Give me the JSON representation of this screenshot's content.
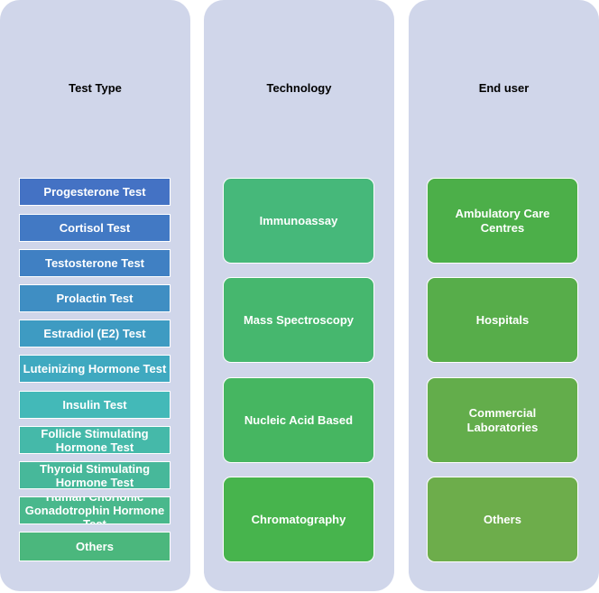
{
  "columns": [
    {
      "header": "Test Type",
      "items": [
        {
          "label": "Progesterone Test",
          "color": "#4472c4"
        },
        {
          "label": "Cortisol Test",
          "color": "#4279c4"
        },
        {
          "label": "Testosterone Test",
          "color": "#4080c3"
        },
        {
          "label": "Prolactin Test",
          "color": "#3f8ec3"
        },
        {
          "label": "Estradiol (E2) Test",
          "color": "#3e9bc2"
        },
        {
          "label": "Luteinizing Hormone Test",
          "color": "#3fa9c0"
        },
        {
          "label": "Insulin Test",
          "color": "#43b9b8"
        },
        {
          "label": "Follicle Stimulating Hormone Test",
          "color": "#45b9a9"
        },
        {
          "label": "Thyroid Stimulating Hormone Test",
          "color": "#47b89a"
        },
        {
          "label": "Human Chorionic Gonadotrophin Hormone Test",
          "color": "#49b88c"
        },
        {
          "label": "Others",
          "color": "#4bb77d"
        }
      ]
    },
    {
      "header": "Technology",
      "items": [
        {
          "label": "Immunoassay",
          "color": "#46b87a"
        },
        {
          "label": "Mass Spectroscopy",
          "color": "#46b76e"
        },
        {
          "label": "Nucleic Acid Based",
          "color": "#46b661"
        },
        {
          "label": "Chromatography",
          "color": "#47b44d"
        }
      ]
    },
    {
      "header": "End user",
      "items": [
        {
          "label": "Ambulatory Care Centres",
          "color": "#4caf49"
        },
        {
          "label": "Hospitals",
          "color": "#57ad4a"
        },
        {
          "label": "Commercial Laboratories",
          "color": "#63ad4b"
        },
        {
          "label": "Others",
          "color": "#6dad4b"
        }
      ]
    }
  ]
}
